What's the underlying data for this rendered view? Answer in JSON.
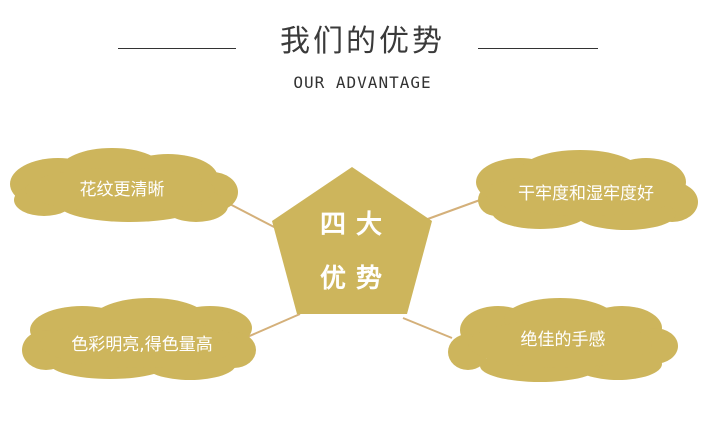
{
  "header": {
    "title": "我们的优势",
    "subtitle": "OUR ADVANTAGE"
  },
  "center": {
    "line1": "四大",
    "line2": "优势"
  },
  "advantages": [
    {
      "label": "花纹更清晰"
    },
    {
      "label": "干牢度和湿牢度好"
    },
    {
      "label": "色彩明亮,得色量高"
    },
    {
      "label": "绝佳的手感"
    }
  ],
  "colors": {
    "accent": "#cdb55c",
    "connector": "#d4b07a",
    "text_on_accent": "#ffffff",
    "heading": "#3a3a3a"
  }
}
